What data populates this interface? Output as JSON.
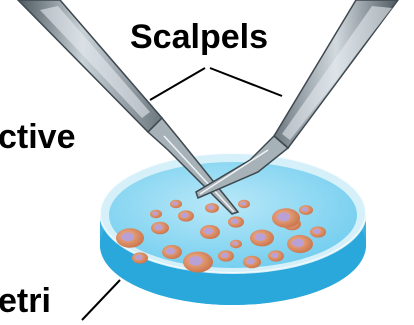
{
  "labels": {
    "scalpels": "Scalpels",
    "active": "ctive",
    "petri": "etri"
  },
  "colors": {
    "background": "#ffffff",
    "dish_fill": "#66c6ea",
    "dish_dark": "#2aa8dc",
    "dish_rim": "#bfe8f7",
    "medium": "#8fd6f0",
    "colony_outer": "#d98a5e",
    "colony_inner": "#b9a0d6",
    "blade_steel": "#b8c2c8",
    "blade_dark": "#5f6a72",
    "pointer_line": "#000000"
  },
  "icons": [
    "petri-dish",
    "scalpel-left",
    "scalpel-right",
    "cell-colony"
  ]
}
